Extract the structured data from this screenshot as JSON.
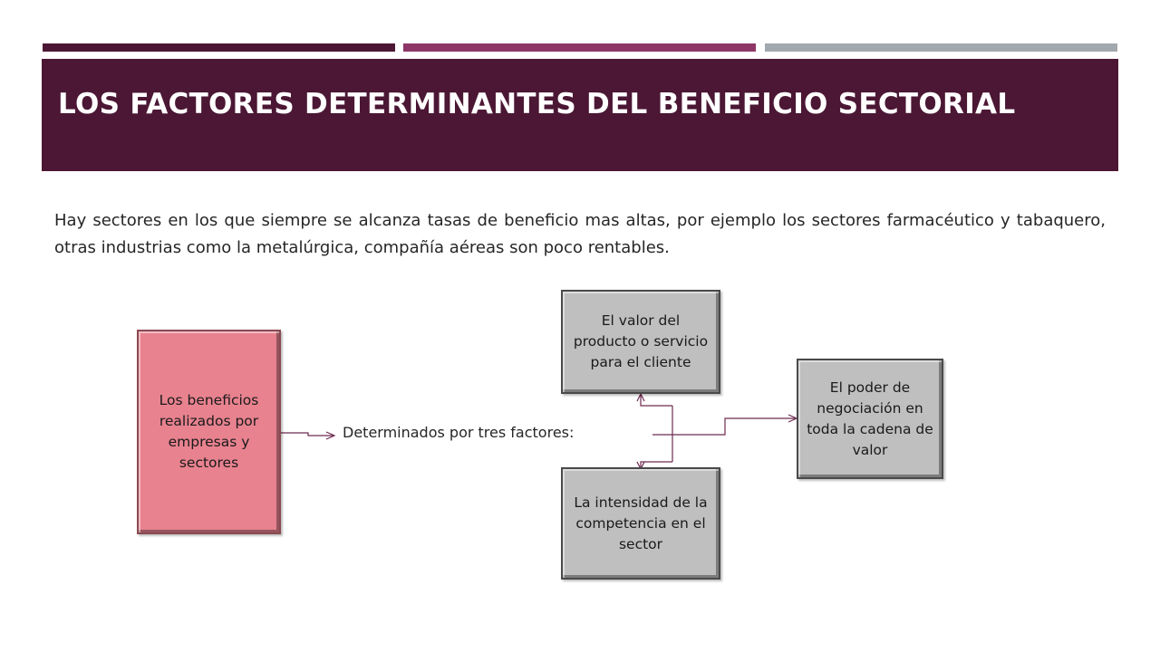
{
  "accent_colors": {
    "header_bg": "#4b1734",
    "bar_1": "#4b1734",
    "bar_2": "#8e3766",
    "bar_3": "#a1a8ae",
    "pink_box": "#e8828f",
    "grey_box": "#bfbfbf",
    "connector": "#6d2a4f"
  },
  "header": {
    "title": "LOS FACTORES DETERMINANTES DEL BENEFICIO SECTORIAL"
  },
  "intro": {
    "text": "Hay sectores en los que siempre se alcanza tasas de beneficio mas altas, por ejemplo los sectores farmacéutico y tabaquero, otras industrias como la metalúrgica, compañía aéreas son poco rentables."
  },
  "diagram": {
    "source_box": "Los beneficios realizados por empresas y sectores",
    "connector_label": "Determinados por tres factores:",
    "factor_value": "El valor del producto o servicio para el cliente",
    "factor_competition": "La intensidad de la competencia en el sector",
    "factor_bargaining": "El poder de negociación en toda la cadena de  valor"
  }
}
